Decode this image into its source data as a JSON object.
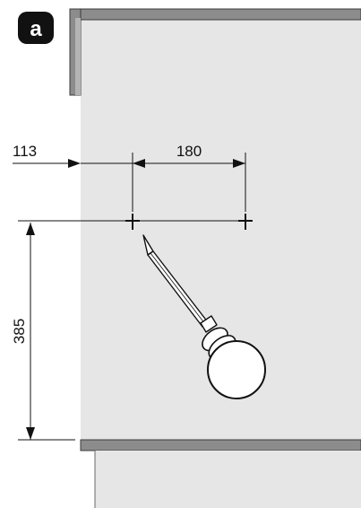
{
  "step_label": "a",
  "dimensions": {
    "left_offset": "113",
    "hole_spacing": "180",
    "vertical_offset": "385"
  },
  "icons": [
    "screwdriver-icon",
    "crosshair-mark-icon"
  ],
  "colors": {
    "panel_fill": "#e6e6e6",
    "edge_fill": "#8c8c8c",
    "line": "#111111",
    "badge": "#111111"
  }
}
